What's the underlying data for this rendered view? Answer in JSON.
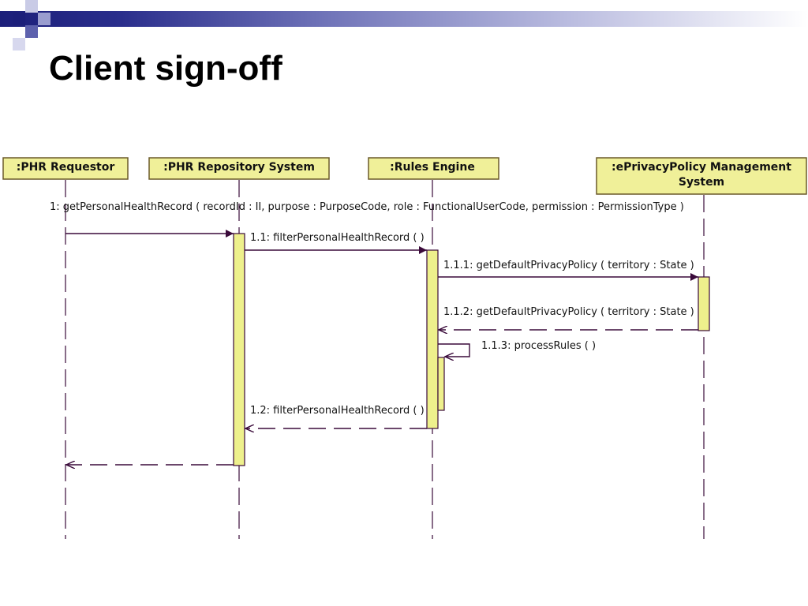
{
  "slide": {
    "title": "Client sign-off"
  },
  "colors": {
    "header_dark": "#1c1f7a",
    "participant_fill": "#f0f099",
    "participant_border": "#6b5a2a",
    "activation_fill": "#eef08c",
    "message_line": "#3a0a3a"
  },
  "participants": [
    {
      "id": "requestor",
      "label_lines": [
        ":PHR Requestor"
      ]
    },
    {
      "id": "repository",
      "label_lines": [
        ":PHR Repository System"
      ]
    },
    {
      "id": "rules",
      "label_lines": [
        ":Rules Engine"
      ]
    },
    {
      "id": "eprivacy",
      "label_lines": [
        ":ePrivacyPolicy Management",
        "System"
      ]
    }
  ],
  "messages": [
    {
      "id": "m1",
      "label": "1: getPersonalHealthRecord ( recordId : II, purpose : PurposeCode, role : FunctionalUserCode, permission : PermissionType )",
      "from": "requestor",
      "to": "repository",
      "kind": "call"
    },
    {
      "id": "m1_1",
      "label": "1.1: filterPersonalHealthRecord ( )",
      "from": "repository",
      "to": "rules",
      "kind": "call"
    },
    {
      "id": "m1_1_1",
      "label": "1.1.1: getDefaultPrivacyPolicy ( territory : State )",
      "from": "rules",
      "to": "eprivacy",
      "kind": "call"
    },
    {
      "id": "m1_1_2",
      "label": "1.1.2: getDefaultPrivacyPolicy ( territory : State )",
      "from": "eprivacy",
      "to": "rules",
      "kind": "return"
    },
    {
      "id": "m1_1_3",
      "label": "1.1.3: processRules ( )",
      "from": "rules",
      "to": "rules",
      "kind": "self"
    },
    {
      "id": "m1_2",
      "label": "1.2: filterPersonalHealthRecord ( )",
      "from": "rules",
      "to": "repository",
      "kind": "return"
    },
    {
      "id": "m_ret",
      "label": "",
      "from": "repository",
      "to": "requestor",
      "kind": "return"
    }
  ]
}
